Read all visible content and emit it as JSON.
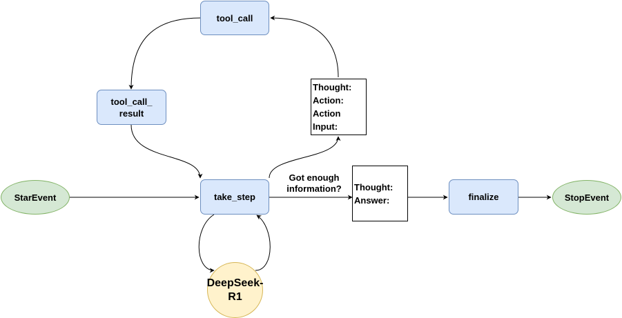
{
  "nodes": {
    "tool_call": "tool_call",
    "tool_call_result": "tool_call_\nresult",
    "take_step": "take_step",
    "star_event": "StarEvent",
    "stop_event": "StopEvent",
    "finalize": "finalize",
    "deepseek": "DeepSeek-\nR1"
  },
  "notes": {
    "thought_action": [
      "Thought:",
      "Action:",
      "Action Input:"
    ],
    "thought_answer": [
      "Thought:",
      "Answer:"
    ]
  },
  "edge_labels": {
    "got_enough": "Got enough\ninformation?"
  },
  "colors": {
    "process_fill": "#dae8fc",
    "process_stroke": "#6c8ebf",
    "event_fill": "#d5e8d4",
    "event_stroke": "#82b366",
    "model_fill": "#fff2cc",
    "model_stroke": "#d6b656"
  }
}
